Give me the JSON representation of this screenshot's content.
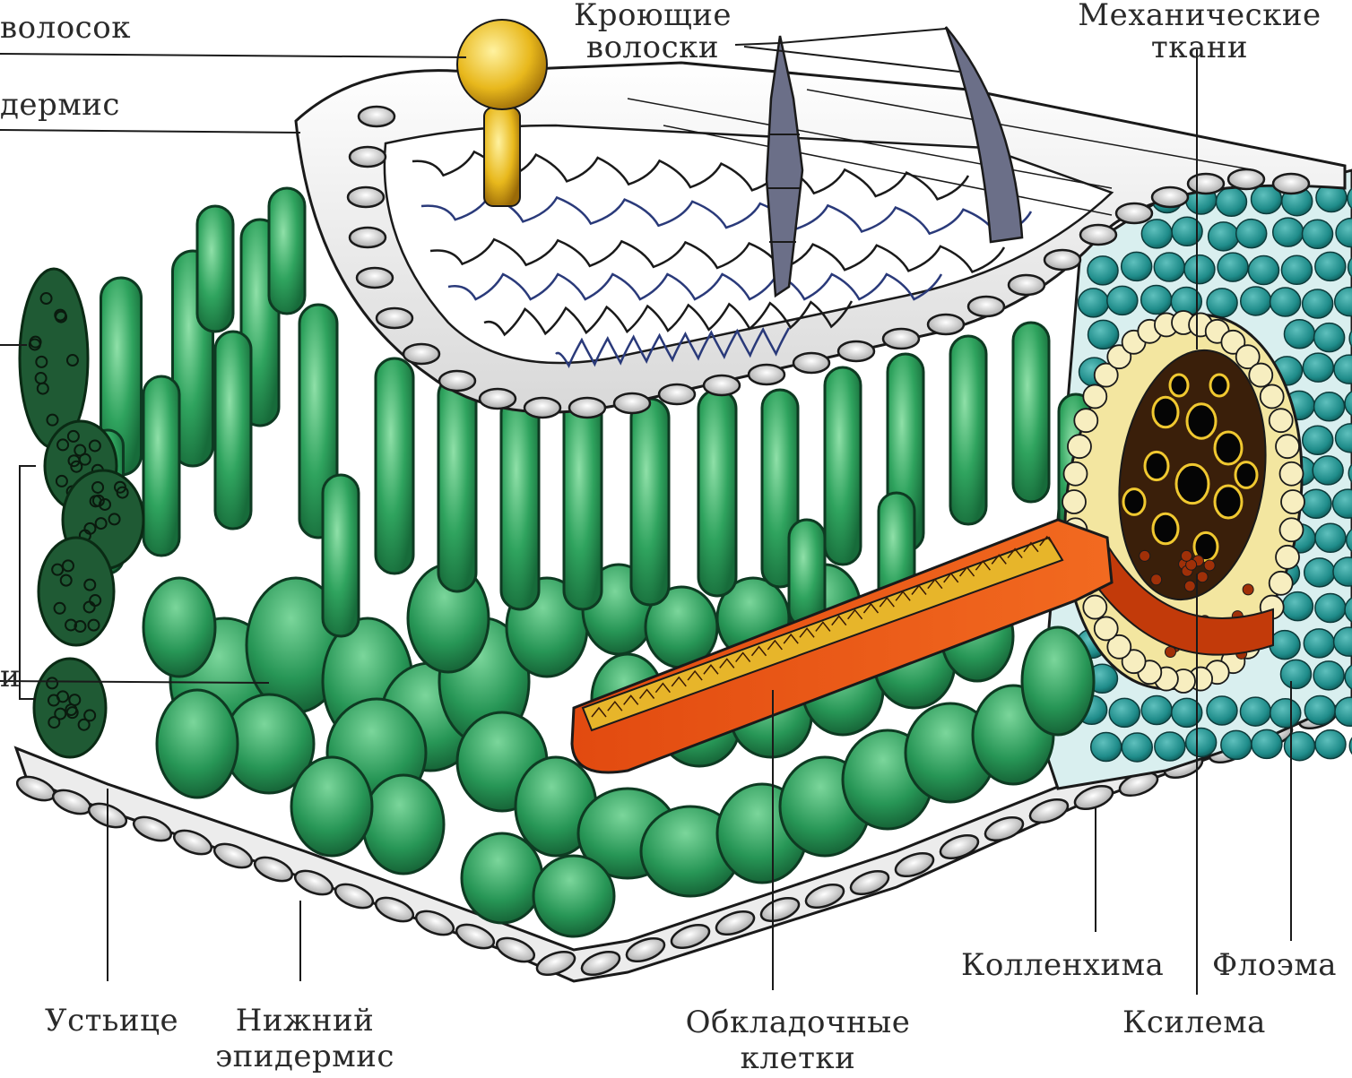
{
  "labels": {
    "hair_partial": "волосок",
    "epidermis_partial": "дермис",
    "covering_hairs": [
      "Кроющие",
      "волоски"
    ],
    "mechanical_tissues": [
      "Механические",
      "ткани"
    ],
    "stomata": "Устьице",
    "lower_epidermis": [
      "Нижний",
      "эпидермис"
    ],
    "bundle_sheath": [
      "Обкладочные",
      "клетки"
    ],
    "collenchyma": "Колленхима",
    "phloem": "Флоэма",
    "xylem": "Ксилема",
    "cut_label": "и"
  },
  "colors": {
    "palisade": "#2e9a5c",
    "palisade_light": "#6fd08f",
    "spongy": "#2aa05c",
    "mechanical": "#1d8a8a",
    "xylem_vessel": "#d8431a",
    "phloem_gold": "#d8a020",
    "epidermis_cell": "#f2f2f2",
    "outline": "#1a1a1a",
    "gland_hair": "#e8b81c",
    "dark_cell": "#143a28"
  }
}
